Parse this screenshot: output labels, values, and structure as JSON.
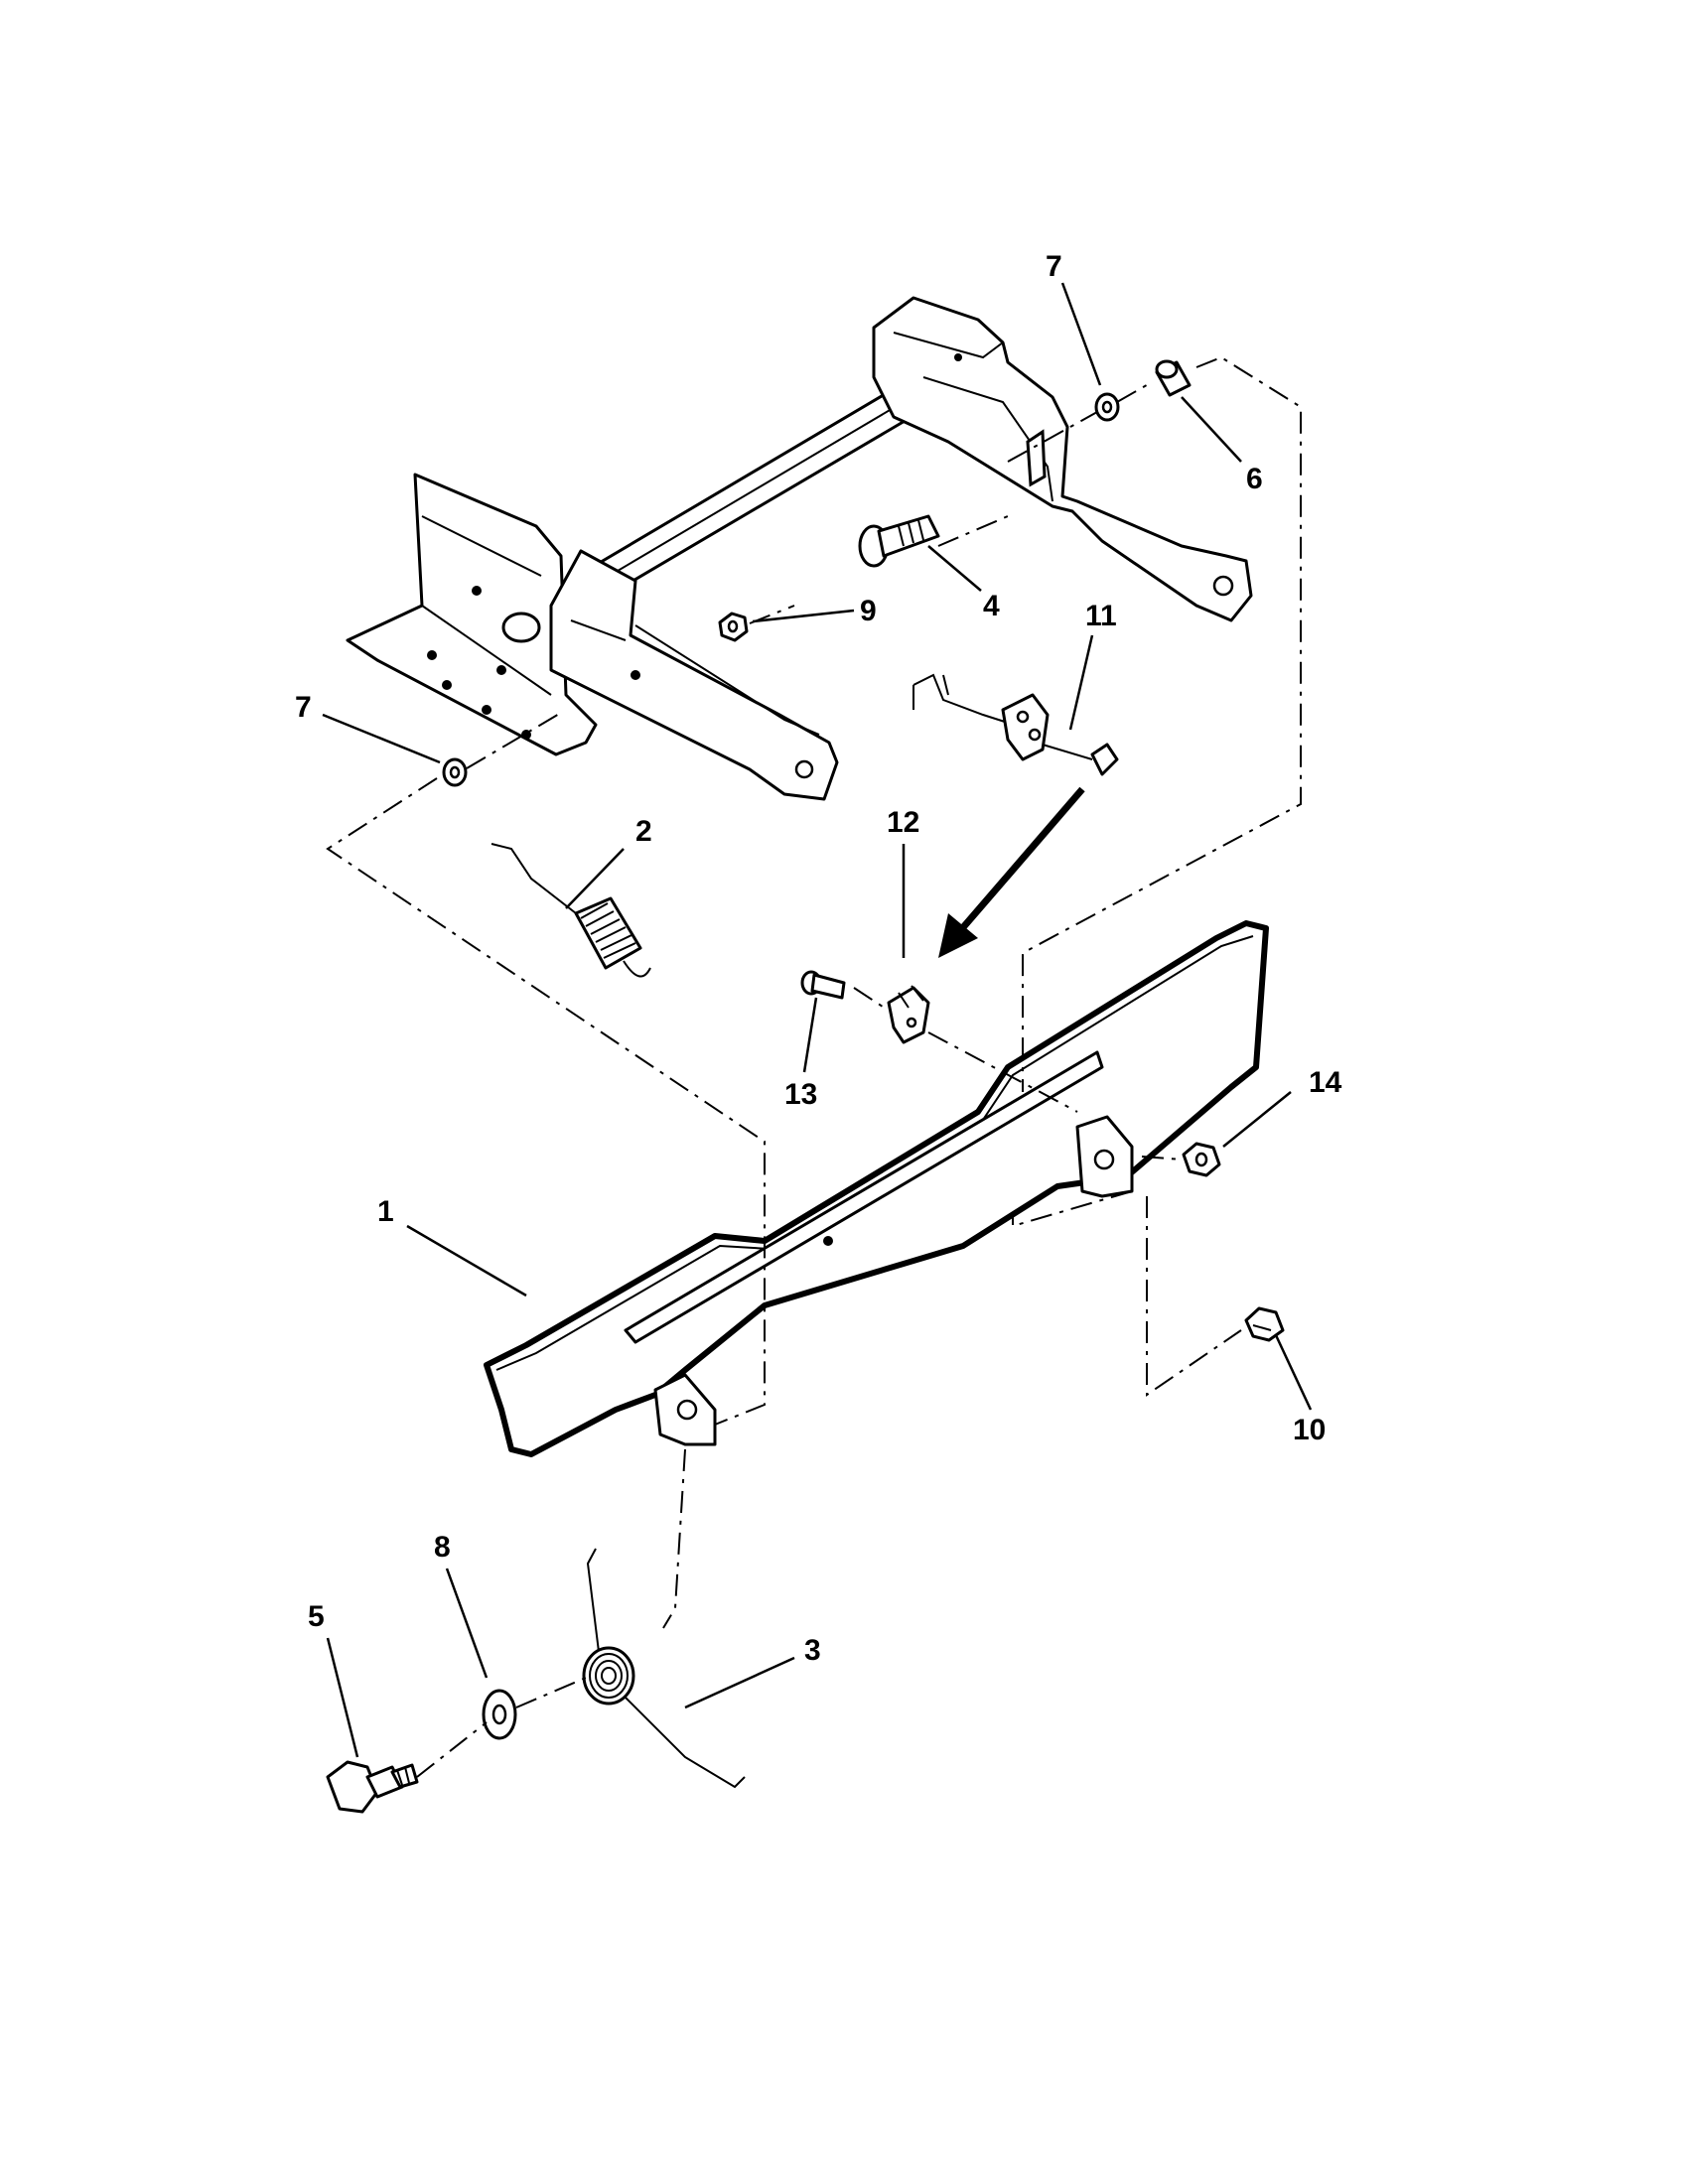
{
  "callouts": [
    {
      "id": "c1",
      "label": "1"
    },
    {
      "id": "c2",
      "label": "2"
    },
    {
      "id": "c3",
      "label": "3"
    },
    {
      "id": "c4",
      "label": "4"
    },
    {
      "id": "c5",
      "label": "5"
    },
    {
      "id": "c6",
      "label": "6"
    },
    {
      "id": "c7a",
      "label": "7"
    },
    {
      "id": "c7b",
      "label": "7"
    },
    {
      "id": "c8",
      "label": "8"
    },
    {
      "id": "c9",
      "label": "9"
    },
    {
      "id": "c10",
      "label": "10"
    },
    {
      "id": "c11",
      "label": "11"
    },
    {
      "id": "c12",
      "label": "12"
    },
    {
      "id": "c13",
      "label": "13"
    },
    {
      "id": "c14",
      "label": "14"
    }
  ],
  "colors": {
    "ink": "#000000",
    "paper": "#ffffff"
  }
}
